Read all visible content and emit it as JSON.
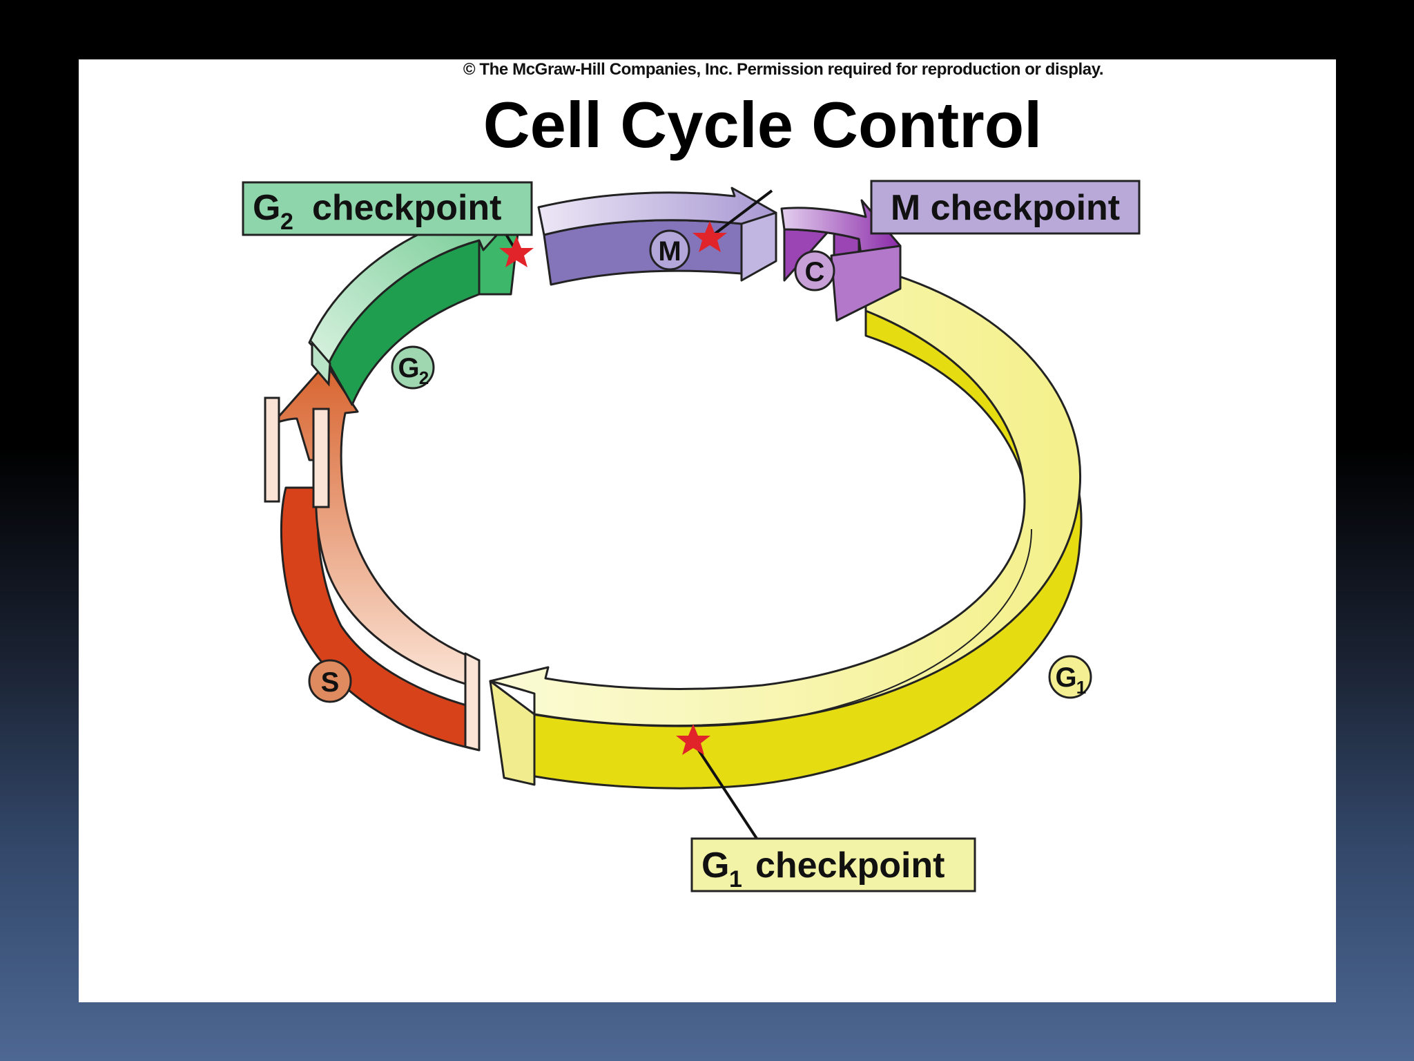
{
  "copyright": "© The McGraw-Hill Companies, Inc. Permission required for reproduction or display.",
  "title": "Cell Cycle Control",
  "checkpoints": {
    "g2": {
      "letter": "G",
      "sub": "2",
      "text": "checkpoint",
      "color": "#8fd5ab"
    },
    "m": {
      "label": "M checkpoint",
      "color": "#b8a9d9"
    },
    "g1": {
      "letter": "G",
      "sub": "1",
      "text": "checkpoint",
      "color": "#f2f3a6"
    }
  },
  "phases": {
    "m": {
      "label": "M",
      "color": "#8f80c1"
    },
    "c": {
      "label": "C",
      "color": "#9a45b3"
    },
    "g2": {
      "letter": "G",
      "sub": "2",
      "color": "#2fae62"
    },
    "s": {
      "label": "S",
      "color": "#d8421a"
    },
    "g1": {
      "letter": "G",
      "sub": "1",
      "color": "#e8de1c"
    }
  },
  "colors": {
    "checkpoint_star": "#e0242a"
  }
}
